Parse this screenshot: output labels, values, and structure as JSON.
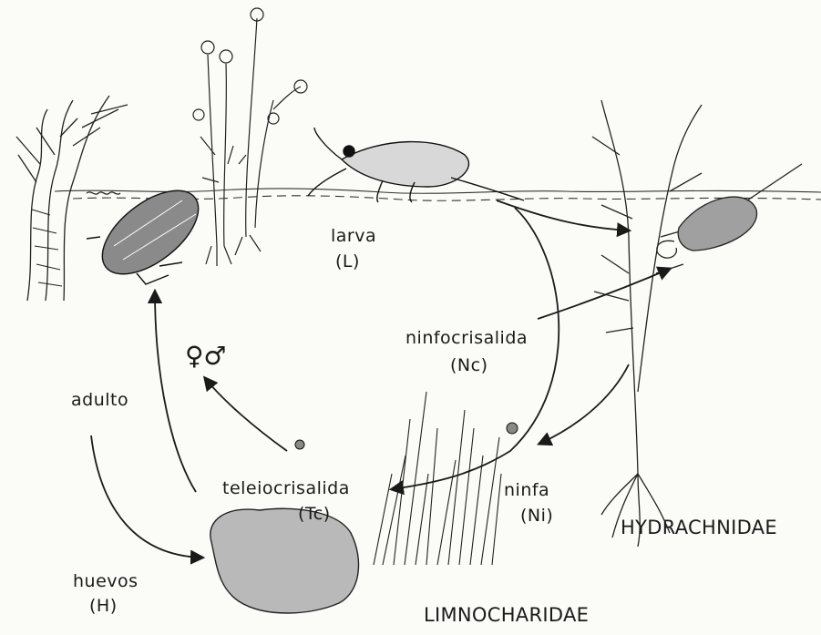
{
  "labels": {
    "larva": "larva",
    "larva_code": "(L)",
    "ninfocrisalida": "ninfocrisalida",
    "ninfocrisalida_code": "(Nc)",
    "sex_symbols": "♀♂",
    "adulto": "adulto",
    "teleiocrisalida": "teleiocrisalida",
    "teleiocrisalida_code": "(Tc)",
    "ninfa": "ninfa",
    "ninfa_code": "(Ni)",
    "huevos": "huevos",
    "huevos_code": "(H)",
    "hydrachnidae": "HYDRACHNIDAE",
    "limnocharidae": "LIMNOCHARIDAE"
  }
}
